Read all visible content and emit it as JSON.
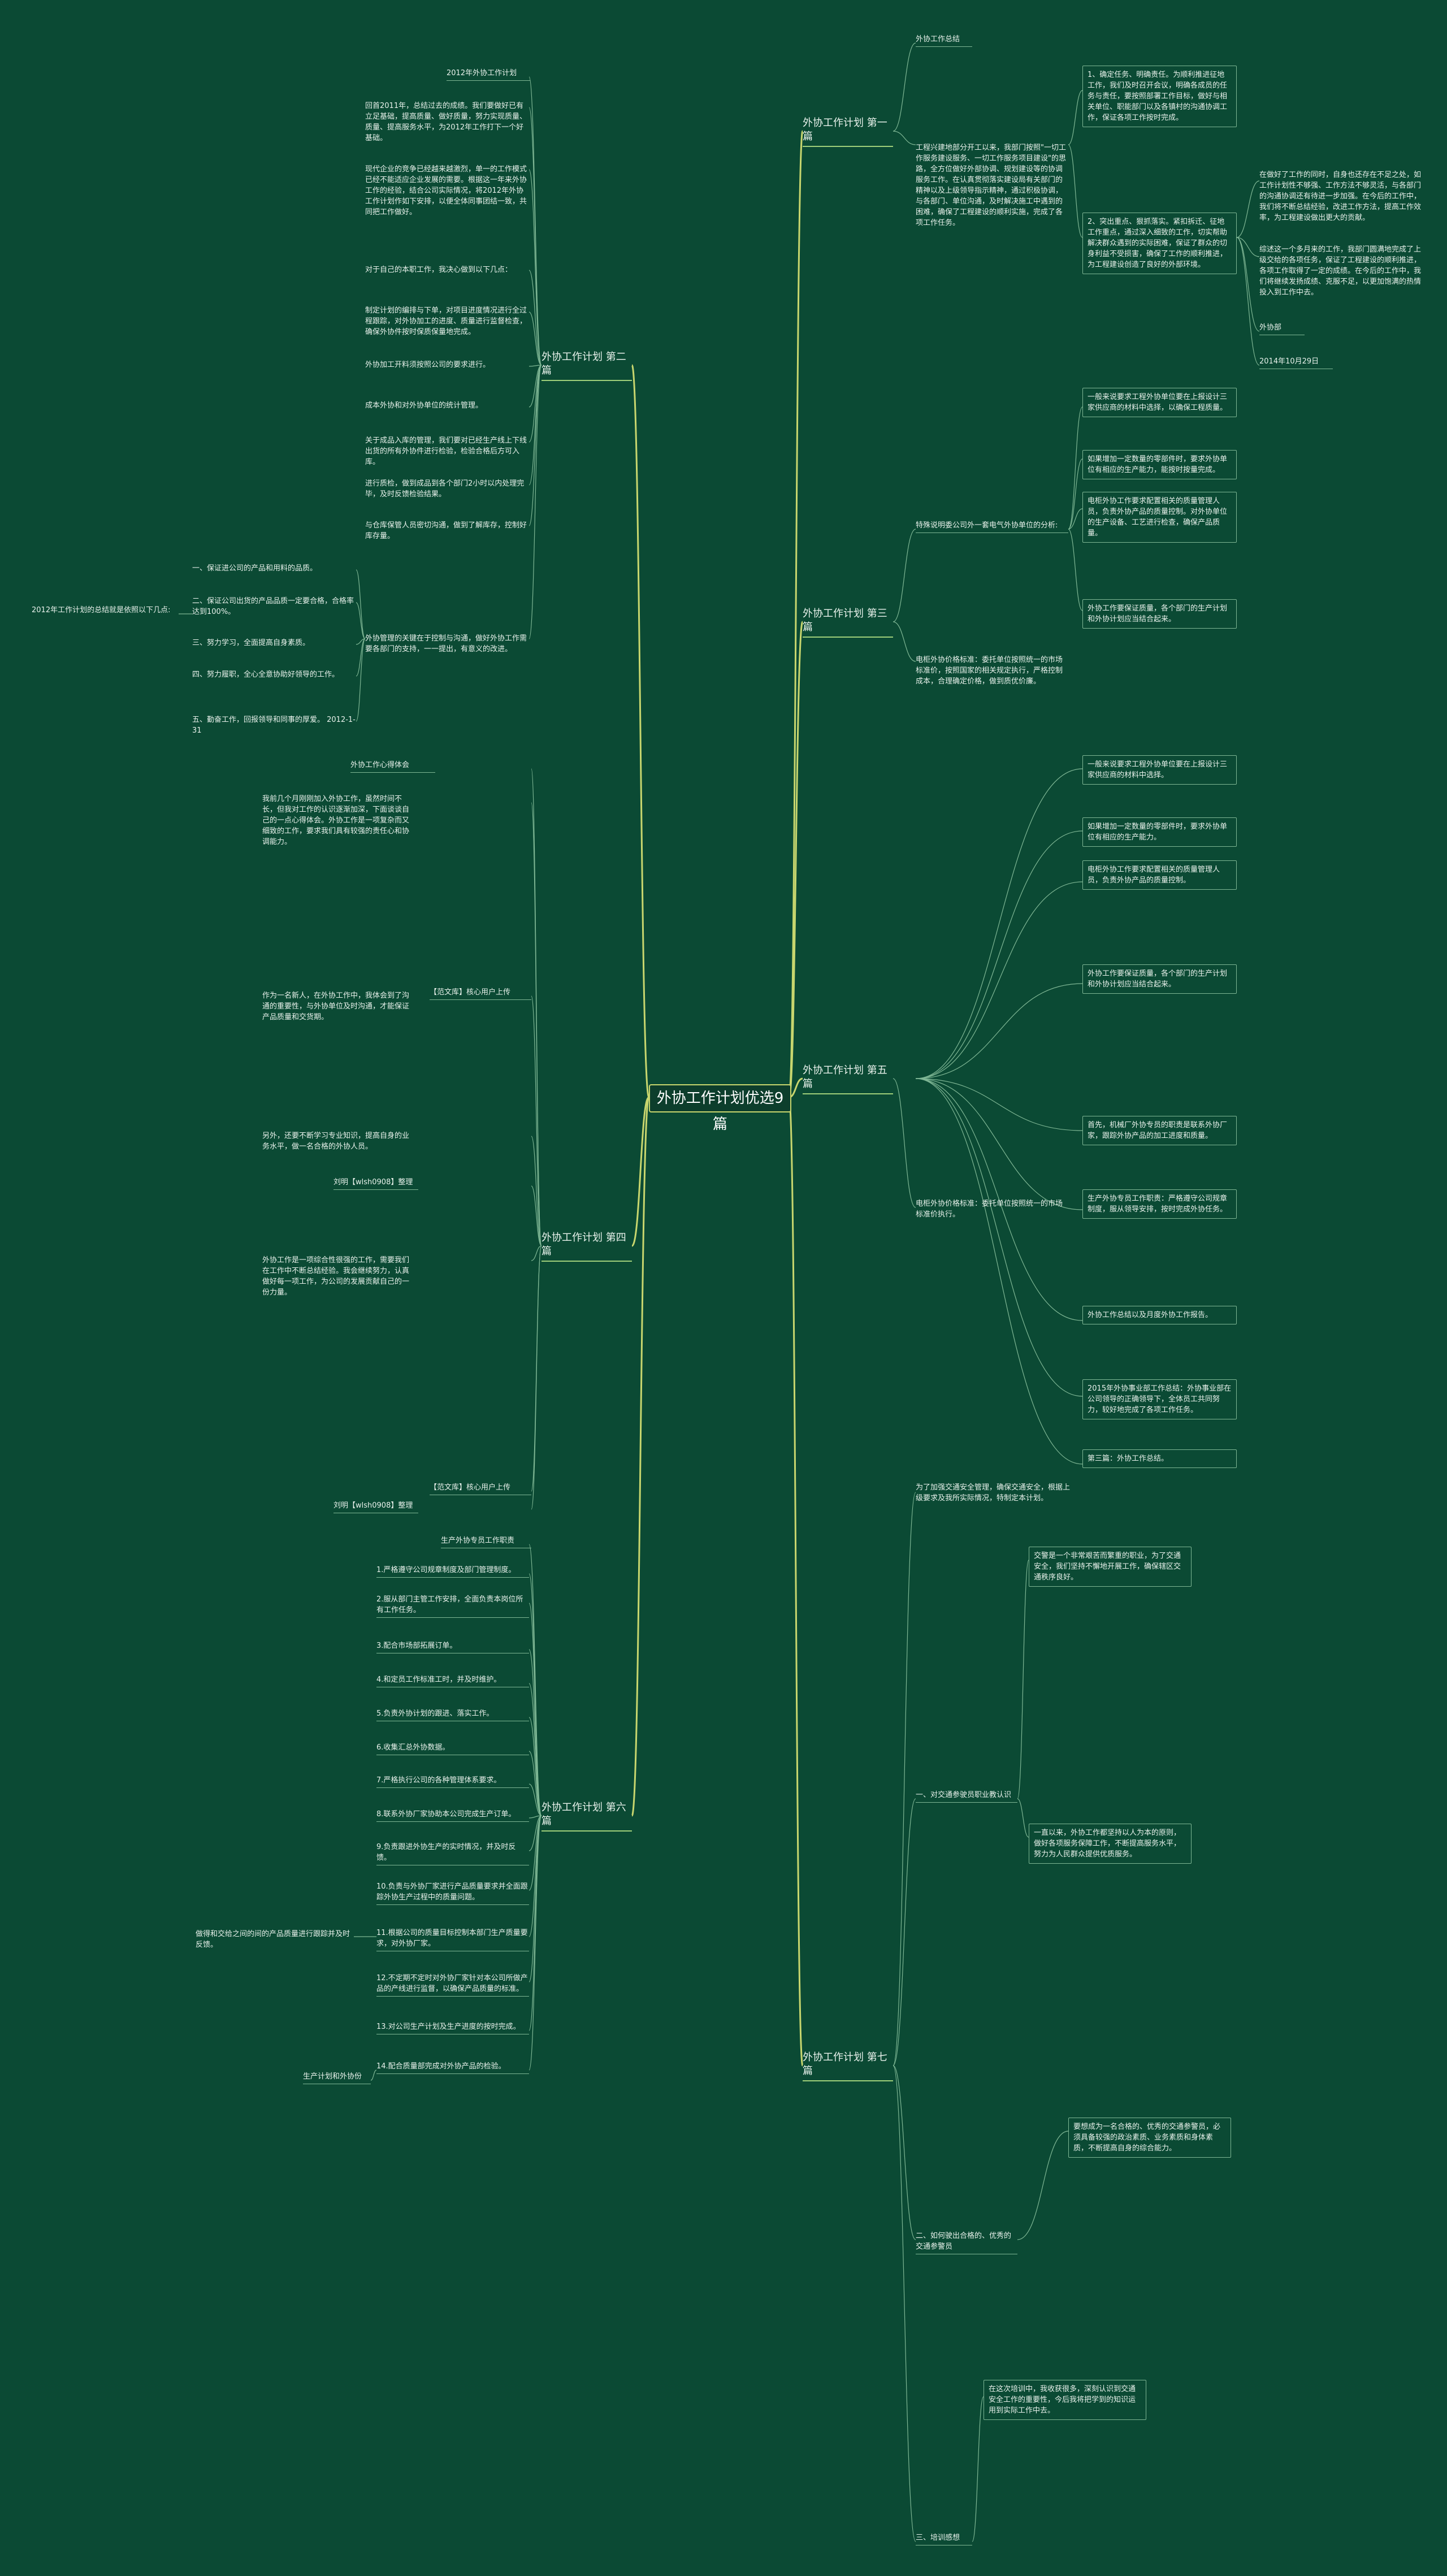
{
  "title": "外协工作计划优选9篇",
  "branches": [
    "外协工作计划 第一篇",
    "外协工作计划 第二篇",
    "外协工作计划 第三篇",
    "外协工作计划 第四篇",
    "外协工作计划 第五篇",
    "外协工作计划 第六篇",
    "外协工作计划 第七篇"
  ],
  "b1": {
    "summary_title": "外协工作总结",
    "intro": "工程兴建地部分开工以来，我部门按照\"一切工作服务建设服务、一切工作服务项目建设\"的思路，全方位做好外部协调、规划建设等的协调服务工作。在认真贯彻落实建设局有关部门的精神以及上级领导指示精神，通过积极协调，与各部门、单位沟通，及时解决施工中遇到的困难，确保了工程建设的顺利实施，完成了各项工作任务。",
    "p1": "1、确定任务、明确责任。为顺利推进征地工作，我们及时召开会议，明确各成员的任务与责任，要按照部署工作目标，做好与相关单位、职能部门以及各镇村的沟通协调工作，保证各项工作按时完成。",
    "p2": "2、突出重点、狠抓落实。紧扣拆迁、征地工作重点，通过深入细致的工作，切实帮助解决群众遇到的实际困难，保证了群众的切身利益不受损害，确保了工作的顺利推进，为工程建设创造了良好的外部环境。",
    "p3": "在做好了工作的同时，自身也还存在不足之处，如工作计划性不够强、工作方法不够灵活，与各部门的沟通协调还有待进一步加强。在今后的工作中，我们将不断总结经验，改进工作方法，提高工作效率，为工程建设做出更大的贡献。",
    "p4": "综述这一个多月来的工作，我部门圆满地完成了上级交给的各项任务，保证了工程建设的顺利推进，各项工作取得了一定的成绩。在今后的工作中，我们将继续发扬成绩、克服不足，以更加饱满的热情投入到工作中去。",
    "sign": "外协部",
    "date": "2014年10月29日"
  },
  "b2": {
    "title": "2012年外协工作计划",
    "items": [
      "回首2011年，总结过去的成绩。我们要做好已有立足基础，提高质量、做好质量，努力实现质量、质量、提高服务水平，为2012年工作打下一个好基础。",
      "现代企业的竞争已经越来越激烈，单一的工作模式已经不能适应企业发展的需要。根据这一年来外协工作的经验，结合公司实际情况，将2012年外协工作计划作如下安排，以便全体同事团结一致，共同把工作做好。",
      "对于自己的本职工作，我决心做到以下几点：",
      "制定计划的编排与下单，对项目进度情况进行全过程跟踪，对外协加工的进度、质量进行监督检查，确保外协件按时保质保量地完成。",
      "外协加工开料须按照公司的要求进行。",
      "成本外协和对外协单位的统计管理。",
      "关于成品入库的管理，我们要对已经生产线上下线出货的所有外协件进行检验，检验合格后方可入库。",
      "进行质检，做到成品到各个部门2小时以内处理完毕，及时反馈检验结果。",
      "与仓库保管人员密切沟通，做到了解库存，控制好库存量。",
      "外协管理的关键在于控制与沟通，做好外协工作需要各部门的支持，一一提出，有意义的改进。"
    ],
    "sub_title": "2012年工作计划的总结就是依照以下几点:",
    "subs": [
      "一、保证进公司的产品和用料的品质。",
      "二、保证公司出货的产品品质一定要合格，合格率达到100%。",
      "三、努力学习，全面提高自身素质。",
      "四、努力履职，全心全意协助好领导的工作。",
      "五、勤奋工作，回报领导和同事的厚爱。 2012-1-31"
    ]
  },
  "b3": {
    "title": "特殊说明委公司外一套电气外协单位的分析:",
    "items": [
      "一般来说要求工程外协单位要在上报设计三家供应商的材料中选择，以确保工程质量。",
      "如果增加一定数量的零部件时，要求外协单位有相应的生产能力，能按时按量完成。",
      "电柜外协工作要求配置相关的质量管理人员，负责外协产品的质量控制。对外协单位的生产设备、工艺进行检查，确保产品质量。",
      "外协工作要保证质量，各个部门的生产计划和外协计划应当结合起来。"
    ],
    "note": "电柜外协价格标准：委托单位按照统一的市场标准价，按照国家的相关规定执行，严格控制成本，合理确定价格，做到质优价廉。"
  },
  "b4": {
    "title": "外协工作心得体会",
    "tag1": "【范文库】核心用户上传",
    "t1": "我前几个月刚刚加入外协工作，虽然时间不长，但我对工作的认识逐渐加深，下面谈谈自己的一点心得体会。外协工作是一项复杂而又细致的工作，要求我们具有较强的责任心和协调能力。",
    "t2": "作为一名新人，在外协工作中，我体会到了沟通的重要性，与外协单位及时沟通，才能保证产品质量和交货期。",
    "t3": "另外，还要不断学习专业知识，提高自身的业务水平，做一名合格的外协人员。",
    "author": "刘明【wlsh0908】整理",
    "tag2": "【范文库】核心用户上传",
    "t4": "外协工作是一项综合性很强的工作，需要我们在工作中不断总结经验。我会继续努力，认真做好每一项工作，为公司的发展贡献自己的一份力量。",
    "author2": "刘明【wlsh0908】整理"
  },
  "b5": {
    "items": [
      "一般来说要求工程外协单位要在上报设计三家供应商的材料中选择。",
      "如果增加一定数量的零部件时，要求外协单位有相应的生产能力。",
      "电柜外协工作要求配置相关的质量管理人员，负责外协产品的质量控制。",
      "外协工作要保证质量，各个部门的生产计划和外协计划应当结合起来。",
      "首先，机械厂外协专员的职责是联系外协厂家，跟踪外协产品的加工进度和质量。",
      "生产外协专员工作职责：严格遵守公司规章制度，服从领导安排，按时完成外协任务。",
      "外协工作总结以及月度外协工作报告。",
      "2015年外协事业部工作总结：外协事业部在公司领导的正确领导下，全体员工共同努力，较好地完成了各项工作任务。",
      "第三篇：外协工作总结。"
    ],
    "note": "电柜外协价格标准：委托单位按照统一的市场标准价执行。"
  },
  "b6": {
    "title": "生产外协专员工作职责",
    "items": [
      "1.严格遵守公司规章制度及部门管理制度。",
      "2.服从部门主管工作安排，全面负责本岗位所有工作任务。",
      "3.配合市场部拓展订单。",
      "4.和定员工作标准工时，并及时维护。",
      "5.负责外协计划的跟进、落实工作。",
      "6.收集汇总外协数据。",
      "7.严格执行公司的各种管理体系要求。",
      "8.联系外协厂家协助本公司完成生产订单。",
      "9.负责跟进外协生产的实时情况，并及时反馈。",
      "10.负责与外协厂家进行产品质量要求并全面跟踪外协生产过程中的质量问题。",
      "11.根据公司的质量目标控制本部门生产质量要求，对外协厂家。",
      "12.不定期不定时对外协厂家针对本公司所做产品的产线进行监督，以确保产品质量的标准。",
      "13.对公司生产计划及生产进度的按时完成。",
      "14.配合质量部完成对外协产品的检验。"
    ],
    "side": "做得和交给之间的间的产品质量进行跟踪并及时反馈。",
    "footer": "生产计划和外协份"
  },
  "b7": {
    "intro": "为了加强交通安全管理，确保交通安全，根据上级要求及我所实际情况，特制定本计划。",
    "sec1": "一、对交通参驶员职业教认识",
    "p1": "交警是一个非常艰苦而繁重的职业，为了交通安全，我们坚持不懈地开展工作，确保辖区交通秩序良好。",
    "p2": "一直以来，外协工作都坚持以人为本的原则，做好各项服务保障工作，不断提高服务水平，努力为人民群众提供优质服务。",
    "sec2": "二、如何驶出合格的、优秀的交通参警员",
    "p3": "要想成为一名合格的、优秀的交通参警员，必须具备较强的政治素质、业务素质和身体素质，不断提高自身的综合能力。",
    "sec3": "三、培训感想",
    "p4": "在这次培训中，我收获很多，深刻认识到交通安全工作的重要性，今后我将把学到的知识运用到实际工作中去。"
  }
}
